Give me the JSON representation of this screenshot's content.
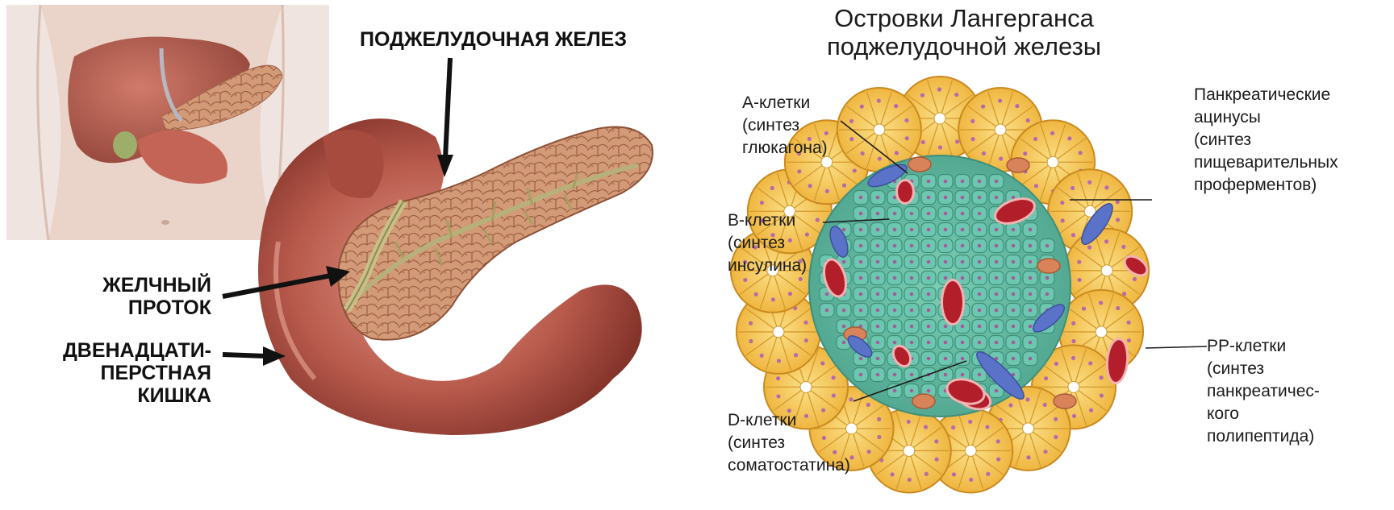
{
  "left_panel": {
    "labels": {
      "pancreas": "ПОДЖЕЛУДОЧНАЯ ЖЕЛЕЗ",
      "bile_duct_line1": "ЖЕЛЧНЫЙ",
      "bile_duct_line2": "ПРОТОК",
      "duodenum_line1": "ДВЕНАДЦАТИ-",
      "duodenum_line2": "ПЕРСТНАЯ",
      "duodenum_line3": "КИШКА"
    }
  },
  "right_panel": {
    "title_line1": "Островки Лангерганса",
    "title_line2": "поджелудочной железы",
    "labels": {
      "a_cells": [
        "А-клетки",
        "(синтез",
        "глюкагона)"
      ],
      "b_cells": [
        "В-клетки",
        "(синтез",
        "инсулина)"
      ],
      "d_cells": [
        "D-клетки",
        "(синтез",
        "соматостатина)"
      ],
      "acini": [
        "Панкреатические",
        "ацинусы",
        "(синтез",
        "пищеварительных",
        "проферментов)"
      ],
      "pp_cells": [
        "РР-клетки",
        "(синтез",
        "панкреатичес-",
        "кого",
        "полипептида)"
      ]
    }
  },
  "colors": {
    "skin": "#ead3c8",
    "liver": "#b5584b",
    "pancreas": "#d49a76",
    "duodenum": "#b85a4c",
    "bile_duct": "#b8b07a",
    "acinus": "#f5c64a",
    "islet": "#5cb8a0",
    "a_cell": "#d9835b",
    "b_cell": "#6dc7b0",
    "d_cell": "#5a73c8",
    "capillary": "#b21f2b"
  }
}
